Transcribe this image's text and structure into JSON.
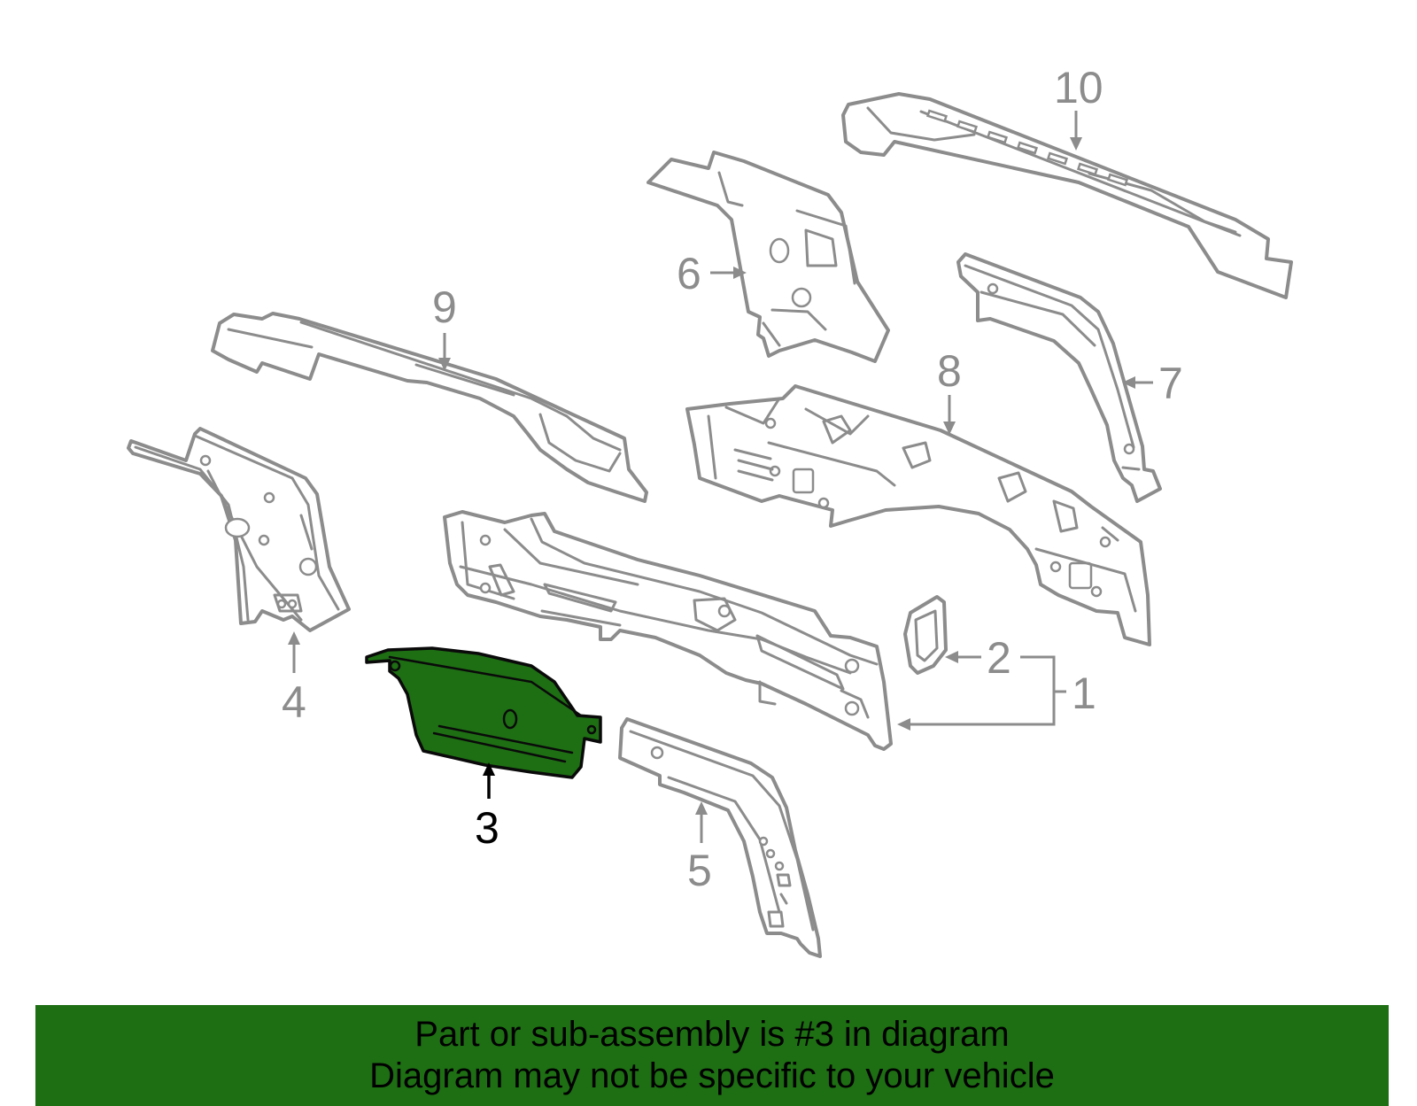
{
  "diagram": {
    "highlighted_callout": "3",
    "colors": {
      "highlight": "#1e6e14",
      "outline": "#8c8c8c",
      "highlight_outline": "#0a0a0a"
    },
    "callouts": {
      "c1": "1",
      "c2": "2",
      "c3": "3",
      "c4": "4",
      "c5": "5",
      "c6": "6",
      "c7": "7",
      "c8": "8",
      "c9": "9",
      "c10": "10"
    }
  },
  "banner": {
    "line1": "Part or sub-assembly is #3 in diagram",
    "line2": "Diagram may not be specific to your vehicle"
  }
}
